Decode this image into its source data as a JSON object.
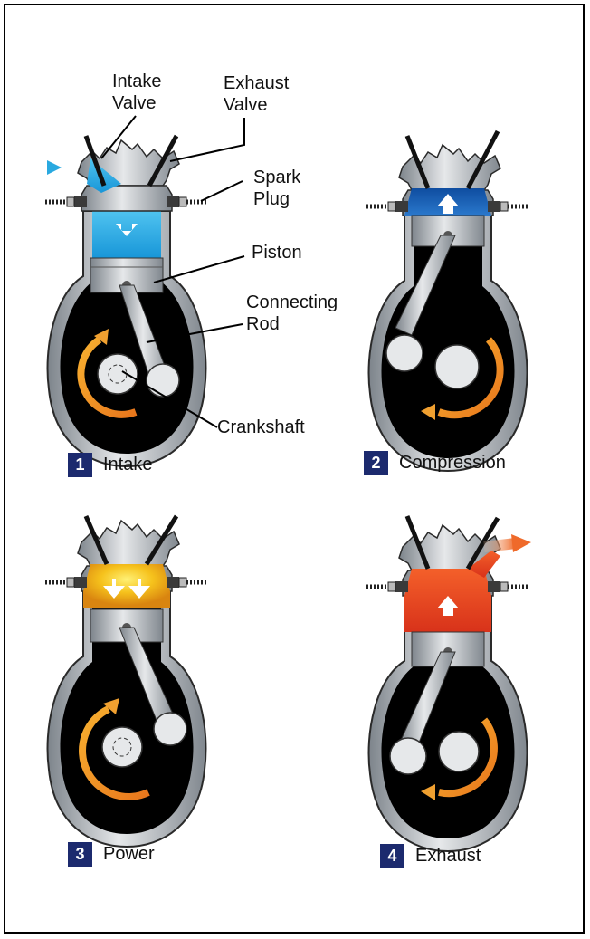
{
  "labels": {
    "intake_valve": [
      "Intake",
      "Valve"
    ],
    "exhaust_valve": [
      "Exhaust",
      "Valve"
    ],
    "spark_plug": [
      "Spark",
      "Plug"
    ],
    "piston": "Piston",
    "connecting_rod": [
      "Connecting",
      "Rod"
    ],
    "crankshaft": "Crankshaft"
  },
  "strokes": [
    {
      "number": "1",
      "name": "Intake",
      "gas_color": "#1aa3e0",
      "arrow": "down"
    },
    {
      "number": "2",
      "name": "Compression",
      "gas_color": "#1f6fc2",
      "arrow": "up"
    },
    {
      "number": "3",
      "name": "Power",
      "gas_color": "#f0b020",
      "arrow": "down-double"
    },
    {
      "number": "4",
      "name": "Exhaust",
      "gas_color": "#e44a1c",
      "arrow": "up"
    }
  ],
  "colors": {
    "badge": "#1c2a6e",
    "metal": "#9aa0a6",
    "crankcase": "#000000",
    "rotation_arrow": "#f0a030",
    "intake_flow": "#29a9e0",
    "exhaust_flow": "#ef6a2a"
  }
}
